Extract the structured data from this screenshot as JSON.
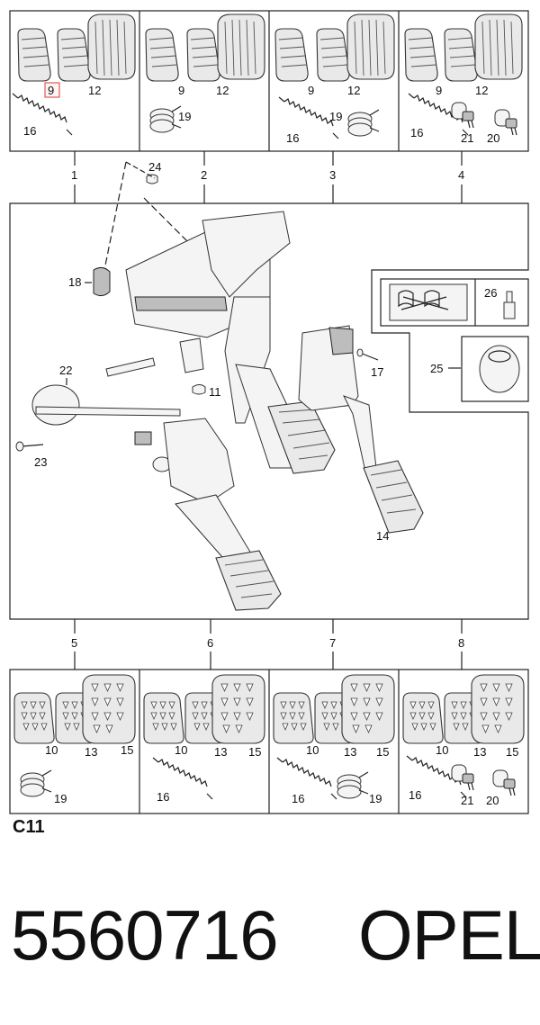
{
  "top_variants": [
    {
      "number": "1",
      "parts": [
        "9",
        "12",
        "16"
      ]
    },
    {
      "number": "2",
      "parts": [
        "9",
        "12",
        "19"
      ]
    },
    {
      "number": "3",
      "parts": [
        "9",
        "12",
        "16",
        "19"
      ]
    },
    {
      "number": "4",
      "parts": [
        "9",
        "12",
        "16",
        "21",
        "20"
      ]
    }
  ],
  "bottom_variants": [
    {
      "number": "5",
      "parts": [
        "10",
        "13",
        "15",
        "19"
      ]
    },
    {
      "number": "6",
      "parts": [
        "10",
        "13",
        "15",
        "16"
      ]
    },
    {
      "number": "7",
      "parts": [
        "10",
        "13",
        "15",
        "16",
        "19"
      ]
    },
    {
      "number": "8",
      "parts": [
        "10",
        "13",
        "15",
        "16",
        "21",
        "20"
      ]
    }
  ],
  "highlighted_part": "9",
  "main_callouts": [
    "24",
    "18",
    "22",
    "23",
    "11",
    "17",
    "14"
  ],
  "side_callouts": [
    "26",
    "25"
  ],
  "page_code": "C11",
  "part_number": "5560716",
  "brand": "OPEL",
  "colors": {
    "highlight": "#e05a5a",
    "line": "#222222",
    "part_fill": "#f4f4f4"
  }
}
